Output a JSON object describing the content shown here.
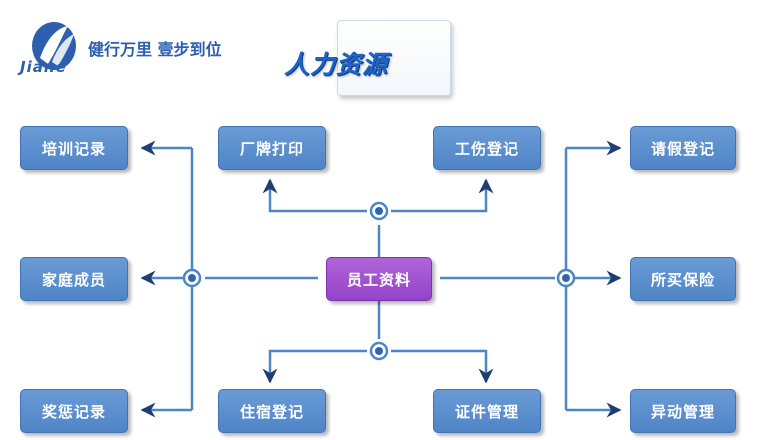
{
  "header": {
    "logo_text": "Jiane",
    "slogan": "健行万里 壹步到位",
    "title": "人力资源"
  },
  "diagram": {
    "center": "员工资料",
    "left": [
      "培训记录",
      "家庭成员",
      "奖惩记录"
    ],
    "right": [
      "请假登记",
      "所买保险",
      "异动管理"
    ],
    "top": [
      "厂牌打印",
      "工伤登记"
    ],
    "bottom": [
      "住宿登记",
      "证件管理"
    ]
  },
  "colors": {
    "node": "#5b8fd0",
    "center": "#a155d1",
    "line": "#4d86c6",
    "arrow": "#1f3f73",
    "title": "#1e64c8"
  }
}
